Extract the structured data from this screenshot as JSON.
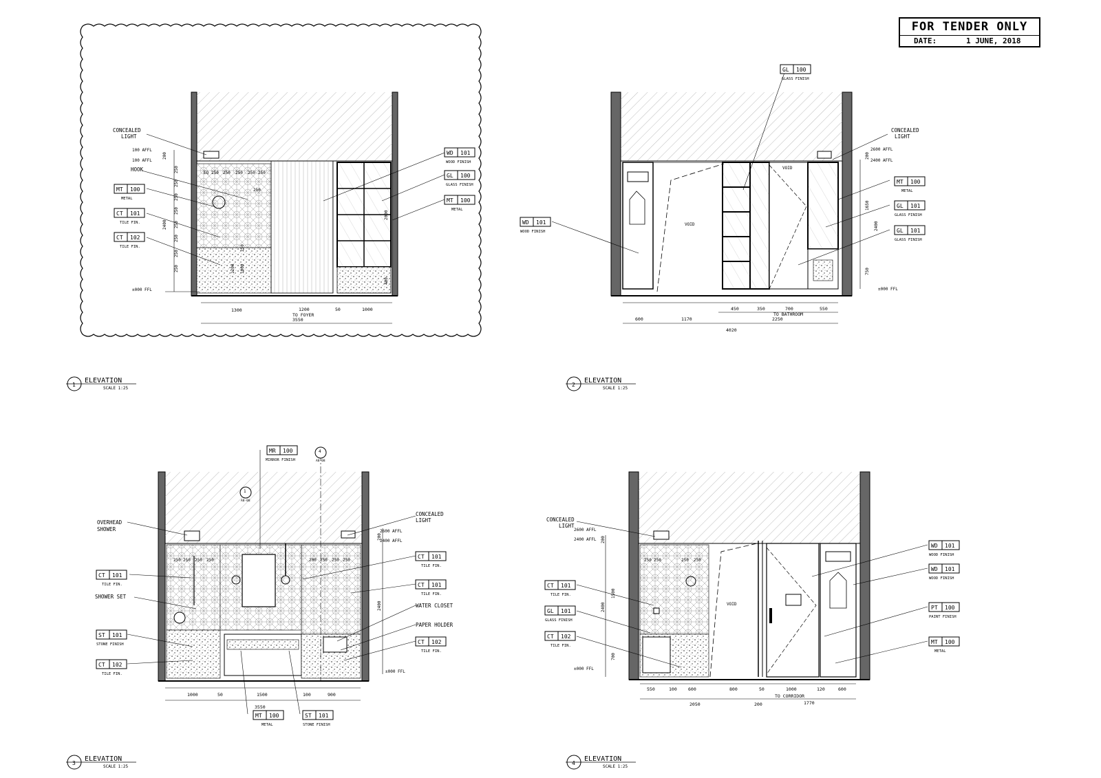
{
  "stamp": {
    "title": "FOR TENDER ONLY",
    "date_label": "DATE:",
    "date_value": "1 JUNE, 2018"
  },
  "view_titles": [
    {
      "num": "1",
      "title": "ELEVATION",
      "scale": "SCALE 1:25"
    },
    {
      "num": "2",
      "title": "ELEVATION",
      "scale": "SCALE 1:25"
    },
    {
      "num": "3",
      "title": "ELEVATION",
      "scale": "SCALE 1:25"
    },
    {
      "num": "4",
      "title": "ELEVATION",
      "scale": "SCALE 1:25"
    }
  ],
  "elev1": {
    "notes": [
      "CONCEALED",
      "LIGHT",
      "HOOK"
    ],
    "levels": [
      "100 AFFL",
      "100 AFFL",
      "±000 FFL"
    ],
    "tags": [
      {
        "code": "MT",
        "num": "100",
        "finish": "METAL"
      },
      {
        "code": "CT",
        "num": "101",
        "finish": "TILE FIN."
      },
      {
        "code": "CT",
        "num": "102",
        "finish": "TILE FIN."
      },
      {
        "code": "WD",
        "num": "101",
        "finish": "WOOD FINISH"
      },
      {
        "code": "GL",
        "num": "100",
        "finish": "GLASS FINISH"
      },
      {
        "code": "MT",
        "num": "100",
        "finish": "METAL"
      }
    ],
    "dims_bottom": [
      "1300",
      "1200",
      "50",
      "1000",
      "3550"
    ],
    "dim_note": "TO FOYER",
    "dims_top": [
      "EQ",
      "250",
      "250",
      "250",
      "250",
      "250",
      "250"
    ],
    "dims_left": [
      "200",
      "250",
      "250",
      "250",
      "250",
      "250",
      "250",
      "250",
      "250",
      "2400"
    ],
    "dims_inner": [
      "250",
      "1200",
      "1000",
      "2000",
      "400"
    ]
  },
  "elev2": {
    "notes": [
      "CONCEALED",
      "LIGHT",
      "VOID",
      "VOID"
    ],
    "levels": [
      "2600 AFFL",
      "2400 AFFL",
      "±000 FFL"
    ],
    "tags": [
      {
        "code": "GL",
        "num": "100",
        "finish": "GLASS FINISH"
      },
      {
        "code": "MT",
        "num": "100",
        "finish": "METAL"
      },
      {
        "code": "GL",
        "num": "101",
        "finish": "GLASS FINISH"
      },
      {
        "code": "GL",
        "num": "101",
        "finish": "GLASS FINISH"
      },
      {
        "code": "WD",
        "num": "101",
        "finish": "WOOD FINISH"
      }
    ],
    "dims_bottom": [
      "600",
      "1170",
      "450",
      "350",
      "700",
      "550",
      "2250",
      "4020"
    ],
    "dim_note": "TO BATHROOM",
    "dims_right": [
      "200",
      "1650",
      "2400",
      "750"
    ]
  },
  "elev3": {
    "notes": [
      "OVERHEAD",
      "SHOWER",
      "SHOWER SET",
      "CONCEALED",
      "LIGHT",
      "WATER CLOSET",
      "PAPER HOLDER"
    ],
    "levels": [
      "2600 AFFL",
      "2400 AFFL",
      "±000 FFL"
    ],
    "tags": [
      {
        "code": "MR",
        "num": "100",
        "finish": "MIRROR FINISH"
      },
      {
        "code": "CT",
        "num": "101",
        "finish": "TILE FIN."
      },
      {
        "code": "ST",
        "num": "101",
        "finish": "STONE FINISH"
      },
      {
        "code": "CT",
        "num": "102",
        "finish": "TILE FIN."
      },
      {
        "code": "CT",
        "num": "101",
        "finish": "TILE FIN."
      },
      {
        "code": "CT",
        "num": "101",
        "finish": "TILE FIN."
      },
      {
        "code": "CT",
        "num": "102",
        "finish": "TILE FIN."
      },
      {
        "code": "MT",
        "num": "100",
        "finish": "METAL"
      },
      {
        "code": "ST",
        "num": "101",
        "finish": "STONE FINISH"
      }
    ],
    "dims_bottom": [
      "1000",
      "50",
      "1500",
      "100",
      "900",
      "3550"
    ],
    "dims_top": [
      "250",
      "250",
      "250",
      "250",
      "200",
      "250",
      "250",
      "250"
    ],
    "dims_right": [
      "200",
      "2400"
    ],
    "section_marks": [
      "4",
      "A8-08",
      "1",
      "A8-08"
    ]
  },
  "elev4": {
    "notes": [
      "CONCEALED",
      "LIGHT",
      "VOID"
    ],
    "levels": [
      "2600 AFFL",
      "2400 AFFL",
      "±000 FFL"
    ],
    "tags": [
      {
        "code": "CT",
        "num": "101",
        "finish": "TILE FIN."
      },
      {
        "code": "GL",
        "num": "101",
        "finish": "GLASS FINISH"
      },
      {
        "code": "CT",
        "num": "102",
        "finish": "TILE FIN."
      },
      {
        "code": "WD",
        "num": "101",
        "finish": "WOOD FINISH"
      },
      {
        "code": "WD",
        "num": "101",
        "finish": "WOOD FINISH"
      },
      {
        "code": "PT",
        "num": "100",
        "finish": "PAINT FINISH"
      },
      {
        "code": "MT",
        "num": "100",
        "finish": "METAL"
      }
    ],
    "dims_bottom": [
      "550",
      "100",
      "600",
      "800",
      "50",
      "1000",
      "120",
      "600",
      "2050",
      "200",
      "1770"
    ],
    "dim_note": "TO CORRIDOR",
    "dims_top": [
      "250",
      "250",
      "250",
      "250"
    ],
    "dims_left": [
      "200",
      "1500",
      "2400",
      "700"
    ]
  }
}
